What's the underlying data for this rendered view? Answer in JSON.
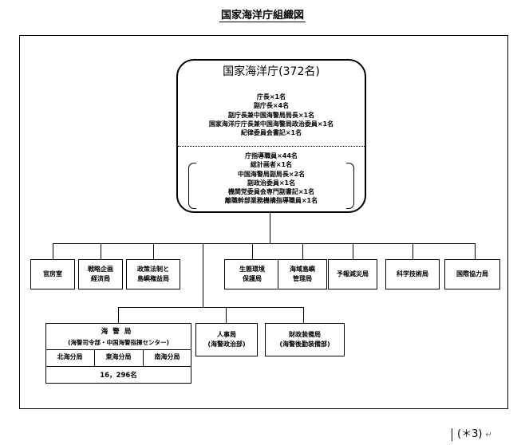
{
  "title": "国家海洋庁組織図",
  "hq": {
    "name": "国家海洋庁(372名)",
    "leaders": [
      "庁長×1名",
      "副庁長×4名",
      "副庁長兼中国海警局局長×1名",
      "国家海洋庁庁長兼中国海警局政治委員×1名",
      "紀律委員会書記×1名"
    ],
    "staff": [
      "庁指導職員×44名",
      "総計画者×1名",
      "中国海警局副局長×2名",
      "副政治委員×1名",
      "機関党委員会専門副書記×1名",
      "離職幹部業務機構指導職員×1名"
    ]
  },
  "departments_row1": [
    "官房室",
    "戦略企画\n経済局",
    "政策法制と\n島嶼権益局",
    "生態環境\n保護局",
    "海域島嶼\n管理局",
    "予報減災局",
    "科学技術局",
    "国際協力局"
  ],
  "coast_guard": {
    "title": "海警局",
    "subtitle": "(海警司令部・中国海警指揮センター)",
    "branches": [
      "北海分局",
      "東海分局",
      "南海分局"
    ],
    "count": "16，296名"
  },
  "departments_row2": [
    "人事局\n(海警政治部)",
    "財政装備局\n(海警後勤装備部)"
  ],
  "footnote": "(＊3)",
  "return_mark": "↵"
}
